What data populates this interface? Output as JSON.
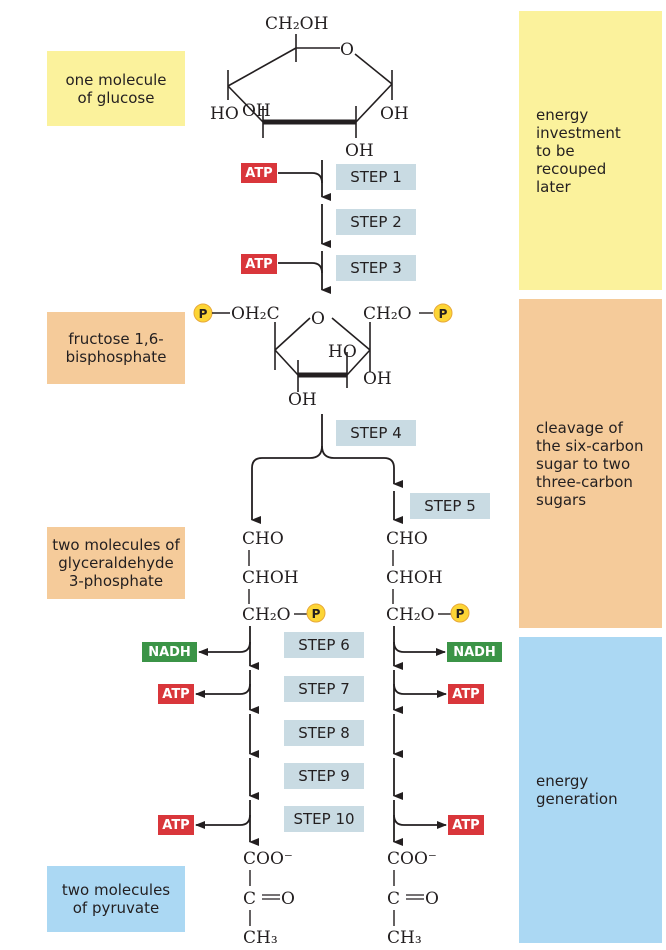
{
  "title": "Glycolysis pathway",
  "left_labels": {
    "glucose": "one molecule\nof glucose",
    "fructose": "fructose 1,6-\nbisphosphate",
    "g3p": "two molecules of\nglyceraldehyde\n3-phosphate",
    "pyruvate": "two molecules\nof pyruvate"
  },
  "side_panels": {
    "investment": "energy\ninvestment\nto be\nrecouped\nlater",
    "cleavage": "cleavage of\nthe six-carbon\nsugar to two\nthree-carbon\nsugars",
    "generation": "energy\ngeneration"
  },
  "steps": [
    "STEP 1",
    "STEP 2",
    "STEP 3",
    "STEP 4",
    "STEP 5",
    "STEP 6",
    "STEP 7",
    "STEP 8",
    "STEP 9",
    "STEP 10"
  ],
  "tags": {
    "atp": "ATP",
    "nadh": "NADH",
    "phosphate": "P"
  },
  "colors": {
    "atp": "#d9363b",
    "nadh": "#3b9447",
    "step": "#c9dbe3",
    "phosphate": "#fcd535",
    "investment": "#fbf29c",
    "cleavage": "#f5cb9a",
    "generation": "#abd8f3"
  },
  "glucose": {
    "top": "CH₂OH",
    "ring_o": "O",
    "oh_left": "HO",
    "oh_mid": "OH",
    "oh_right": "OH",
    "oh_bottom": "OH"
  },
  "fructose": {
    "left": "OH₂C",
    "right": "CH₂O",
    "ring_o": "O",
    "ho": "HO",
    "oh_right": "OH",
    "oh_bottom": "OH"
  },
  "g3p": {
    "c1": "CHO",
    "c2": "CHOH",
    "c3": "CH₂O"
  },
  "pyruvate": {
    "c1": "COO⁻",
    "c2": "C",
    "c2_o": "O",
    "c3": "CH₃"
  }
}
